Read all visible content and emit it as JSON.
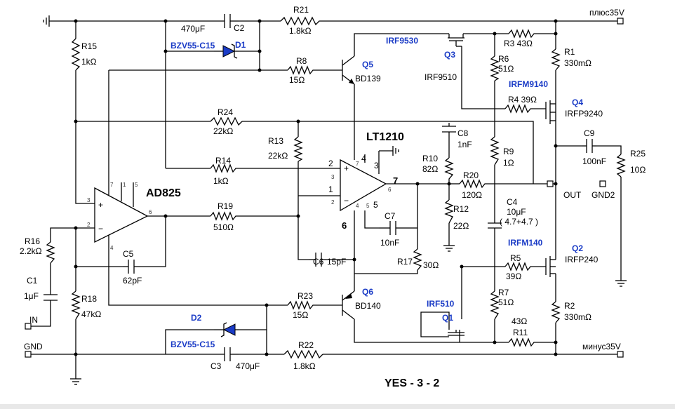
{
  "title": "YES - 3 - 2",
  "nets": {
    "plus": "плюс35V",
    "minus": "минус35V",
    "out": "OUT",
    "gnd2": "GND2",
    "in": "IN",
    "gnd": "GND"
  },
  "ics": {
    "u1": "AD825",
    "u2": "LT1210",
    "u2_out_pin": "7",
    "u2_pin6": "6"
  },
  "transistors": {
    "q1_name": "Q1",
    "q1_model": "IRF510",
    "q2_name": "Q2",
    "q2_type": "IRFM140",
    "q2_model": "IRFP240",
    "q3_name": "Q3",
    "q3_type": "IRF9530",
    "q3_model": "IRF9510",
    "q4_name": "Q4",
    "q4_type": "IRFM9140",
    "q4_model": "IRFP9240",
    "q5_name": "Q5",
    "q5_model": "BD139",
    "q6_name": "Q6",
    "q6_model": "BD140"
  },
  "diodes": {
    "d1_name": "D1",
    "d1_model": "BZV55-C15",
    "d2_name": "D2",
    "d2_model": "BZV55-C15"
  },
  "resistors": {
    "r1": "R1",
    "r1_v": "330mΩ",
    "r2": "R2",
    "r2_v": "330mΩ",
    "r3": "R3 43Ω",
    "r4": "R4 39Ω",
    "r5": "R5",
    "r5_v": "39Ω",
    "r6": "R6",
    "r6_v": "51Ω",
    "r7": "R7",
    "r7_v": "51Ω",
    "r8": "R8",
    "r8_v": "15Ω",
    "r9": "R9",
    "r9_v": "1Ω",
    "r10": "R10",
    "r10_v": "82Ω",
    "r11": "R11",
    "r11_v": "43Ω",
    "r12": "R12",
    "r12_v": "22Ω",
    "r13": "R13",
    "r13_v": "22kΩ",
    "r14": "R14",
    "r14_v": "1kΩ",
    "r15": "R15",
    "r15_v": "1kΩ",
    "r16": "R16",
    "r16_v": "2.2kΩ",
    "r17": "R17",
    "r17_v": "30Ω",
    "r18": "R18",
    "r18_v": "47kΩ",
    "r19": "R19",
    "r19_v": "510Ω",
    "r20": "R20",
    "r20_v": "120Ω",
    "r21": "R21",
    "r21_v": "1.8kΩ",
    "r22": "R22",
    "r22_v": "1.8kΩ",
    "r23": "R23",
    "r23_v": "15Ω",
    "r24": "R24",
    "r24_v": "22kΩ",
    "r25": "R25",
    "r25_v": "10Ω"
  },
  "capacitors": {
    "c1": "C1",
    "c1_v": "1μF",
    "c2": "C2",
    "c2_v": "470μF",
    "c3": "C3",
    "c3_v": "470μF",
    "c4": "C4",
    "c4_v": "10μF",
    "c4_note": "( 4.7+4.7 )",
    "c5": "C5",
    "c5_v": "62pF",
    "c6": "C6",
    "c6_v": "15pF",
    "c7": "C7",
    "c7_v": "10nF",
    "c8": "C8",
    "c8_v": "1nF",
    "c9": "C9",
    "c9_v": "100nF"
  },
  "pins": {
    "u1_p3": "3",
    "u1_p2": "2",
    "u1_p7": "7",
    "u1_p1": "1",
    "u1_p5": "5",
    "u1_p4": "4",
    "u1_p6": "6",
    "u2_in_plus": "2",
    "u2_in_minus": "1",
    "u2_p3a": "3",
    "u2_p2a": "2",
    "u2_p7": "7",
    "u2_p4": "4",
    "u2_p3": "3",
    "u2_p5": "5",
    "u2_p6s": "6",
    "u2_p6": "6",
    "u2_p4s": "4",
    "u2_p5s": "5"
  }
}
